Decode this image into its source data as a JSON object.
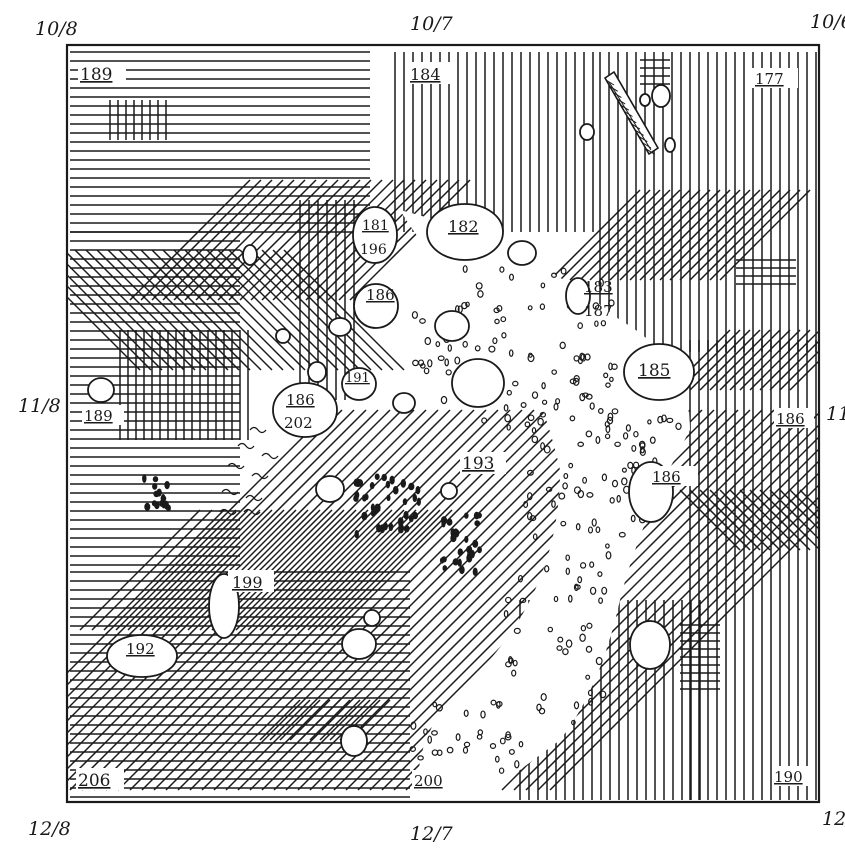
{
  "grid_labels": {
    "top_left": "10/8",
    "top_mid": "10/7",
    "top_right": "10/6",
    "mid_left": "11/8",
    "mid_right": "11/",
    "bottom_left": "12/8",
    "bottom_mid": "12/7",
    "bottom_right": "12/"
  },
  "elevations": {
    "e189": "189",
    "e184": "184",
    "e177": "177",
    "e181": "181",
    "e196": "196",
    "e182": "182",
    "e186a": "186",
    "e183": "183",
    "e187": "187",
    "e185": "185",
    "e191": "191",
    "e186b": "186",
    "e202": "202",
    "e189b": "189",
    "e186c": "186",
    "e193": "193",
    "e186d": "186",
    "e199": "199",
    "e192": "192",
    "e206": "206",
    "e200": "200",
    "e190": "190"
  }
}
